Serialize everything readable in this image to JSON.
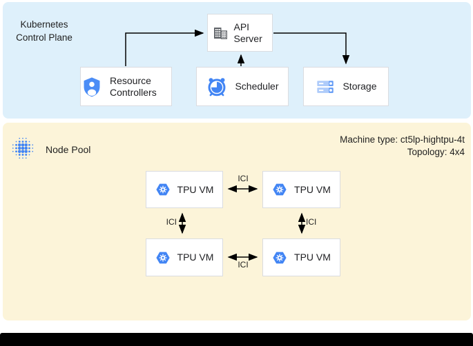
{
  "panels": {
    "control_plane": {
      "title": "Kubernetes Control Plane",
      "bg": "#def0fb"
    },
    "node_pool": {
      "title": "Node Pool",
      "machine_type": "Machine type: ct5lp-hightpu-4t",
      "topology": "Topology: 4x4",
      "bg": "#fcf4d9"
    }
  },
  "boxes": {
    "api_server": "API Server",
    "resource_controllers": "Resource Controllers",
    "scheduler": "Scheduler",
    "storage": "Storage",
    "tpu_vms": [
      "TPU VM",
      "TPU VM",
      "TPU VM",
      "TPU VM"
    ]
  },
  "links": {
    "ici_labels": [
      "ICI",
      "ICI",
      "ICI",
      "ICI"
    ]
  },
  "icons": {
    "api_server": "building-icon",
    "resource_controllers": "shield-user-icon",
    "scheduler": "alarm-clock-icon",
    "storage": "storage-stack-icon",
    "tpu_vm": "hexagon-gear-icon",
    "node_pool": "dot-grid-icon"
  },
  "colors": {
    "google_blue": "#4285f4",
    "light_blue": "#aecbfa",
    "mid_blue": "#669df6",
    "icon_gray": "#5f6368",
    "arrow": "#000000",
    "control_plane_bg": "#def0fb",
    "node_pool_bg": "#fcf4d9"
  }
}
